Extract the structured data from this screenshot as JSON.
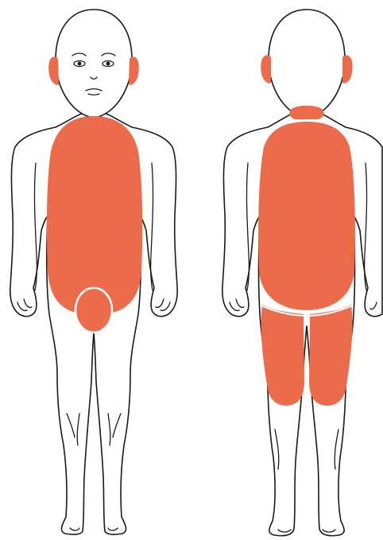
{
  "figure": {
    "colors": {
      "highlight": "#ec6b4a",
      "outline": "#1a1a1a",
      "body_fill": "#ffffff",
      "background": "#ffffff"
    },
    "views": [
      {
        "id": "front",
        "highlighted_regions": [
          "ears",
          "trunk",
          "genital-area"
        ]
      },
      {
        "id": "back",
        "highlighted_regions": [
          "ears",
          "neck",
          "back",
          "buttocks-and-thighs"
        ]
      }
    ]
  }
}
